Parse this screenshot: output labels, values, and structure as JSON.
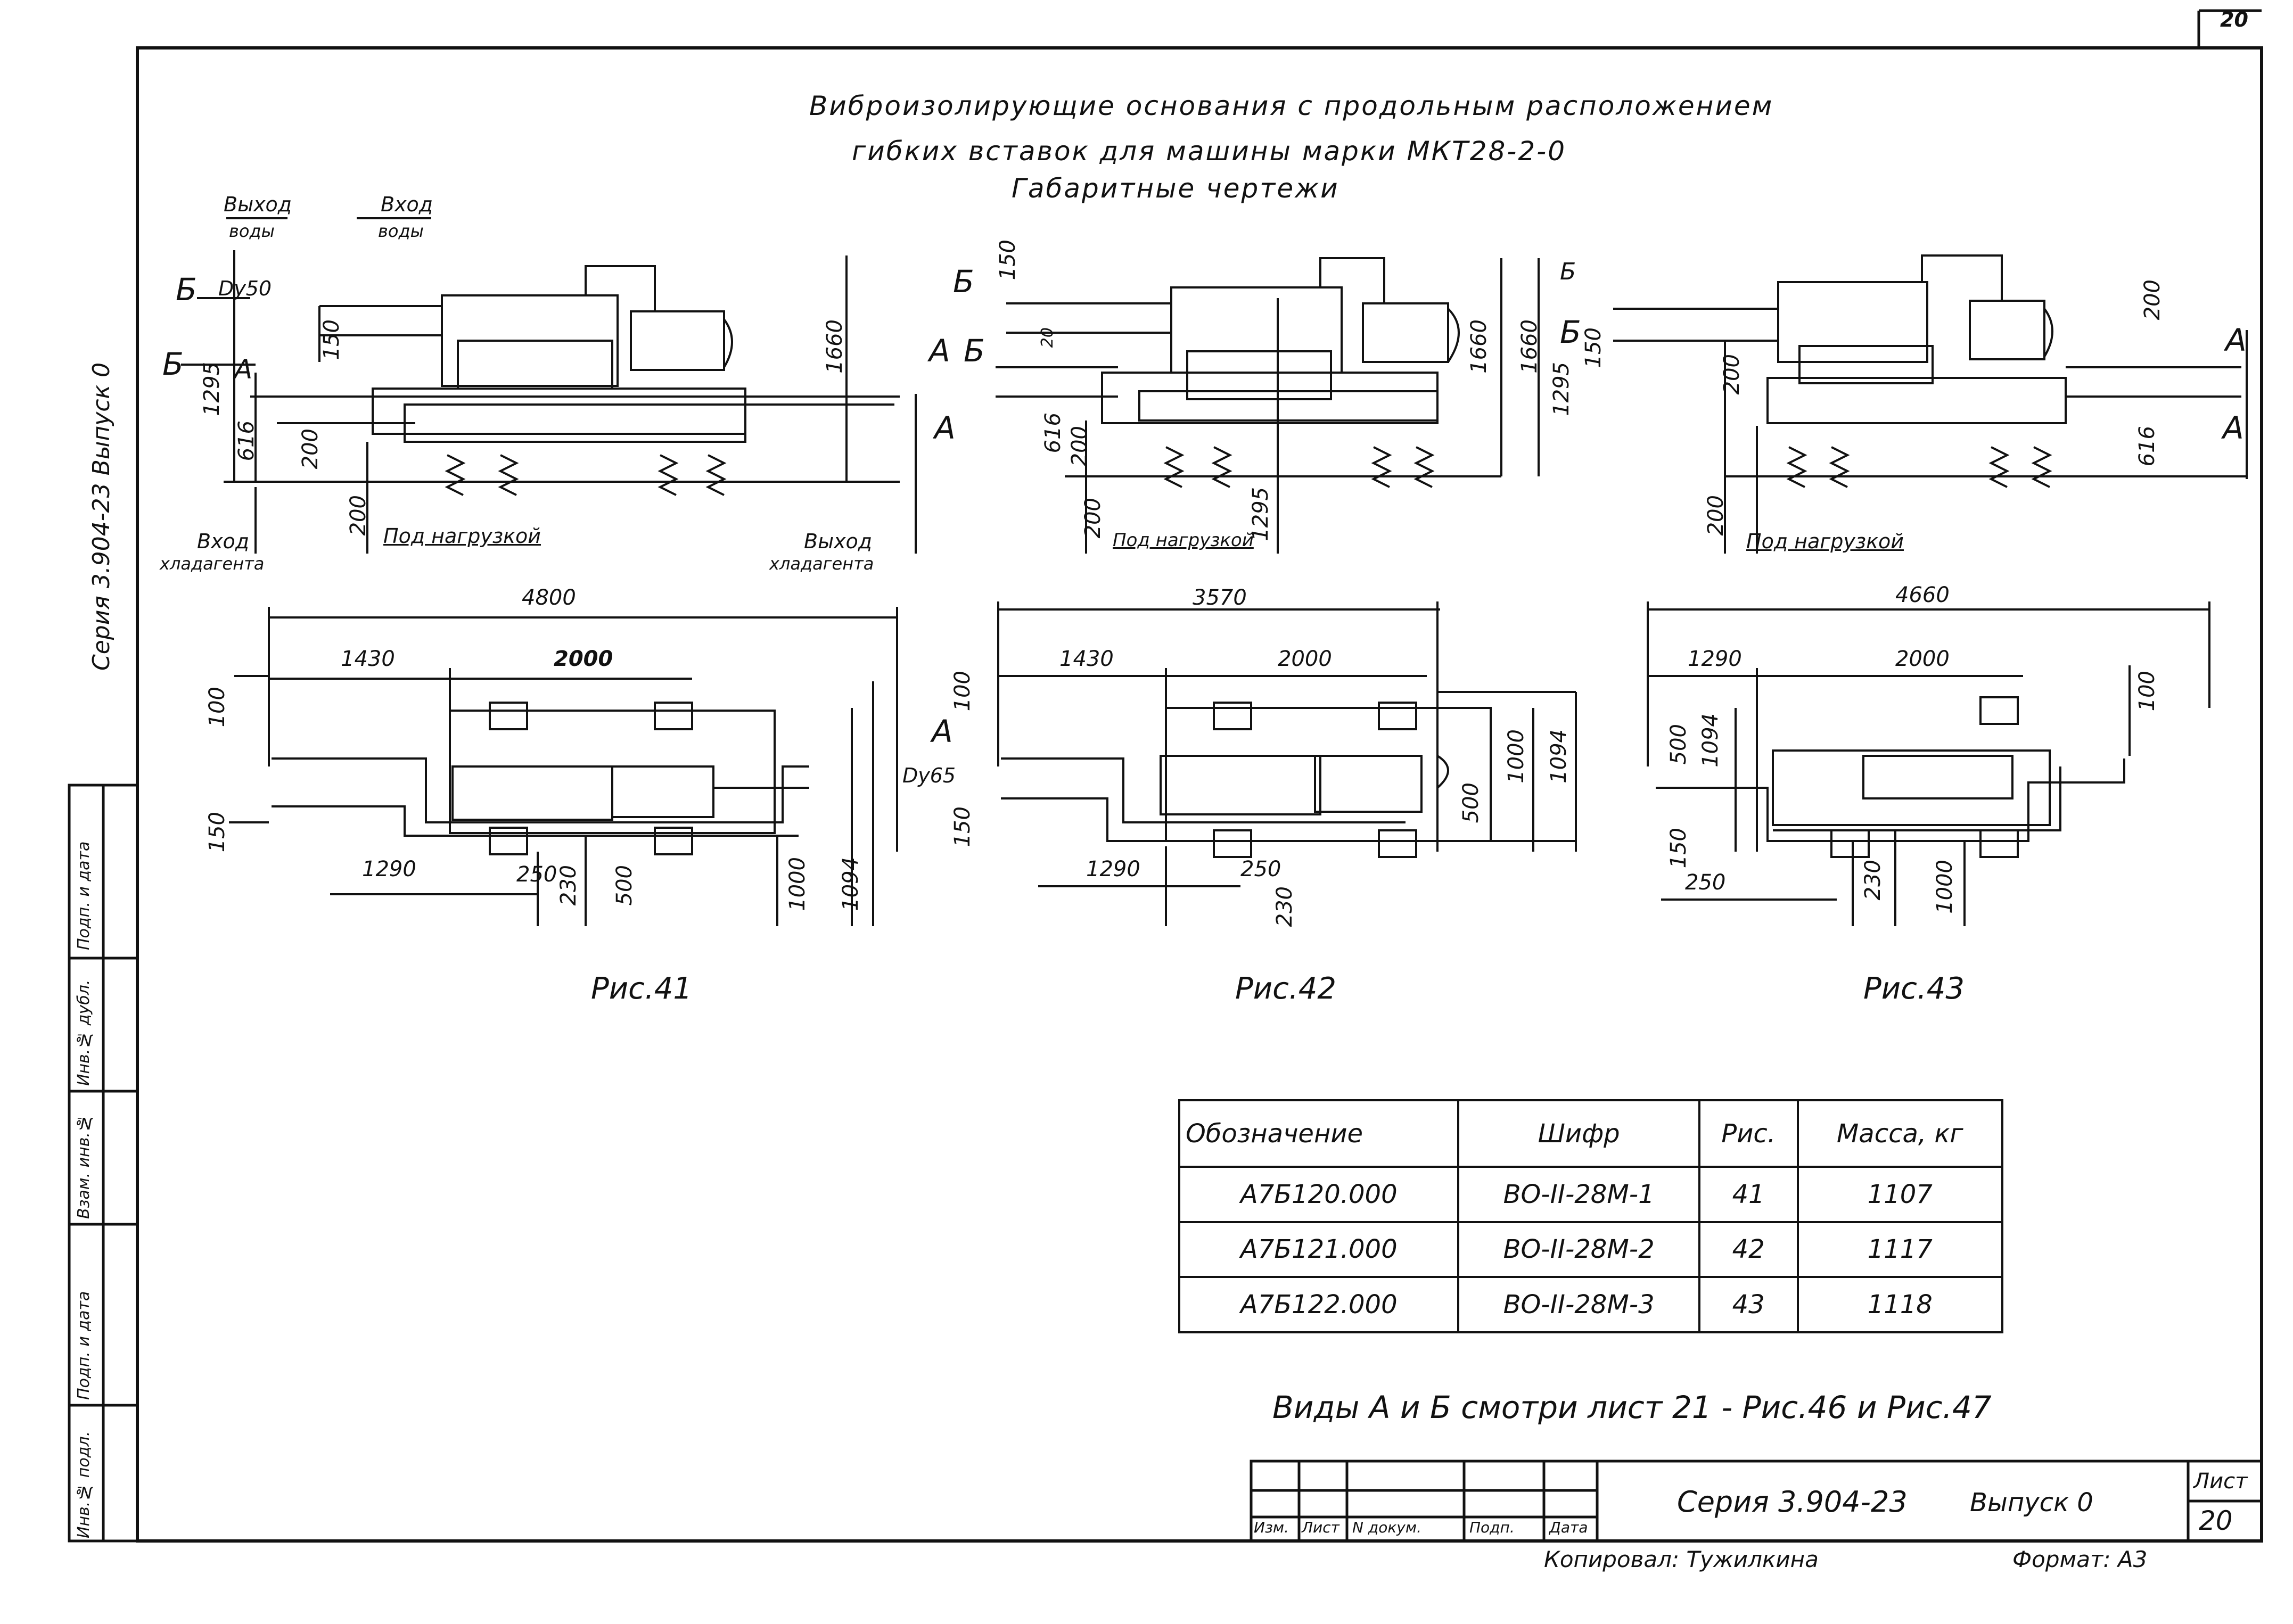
{
  "sheet_corner": "20",
  "title": {
    "line1": "Виброизолирующие основания с продольным расположением",
    "line2": "гибких вставок для машины марки МКТ28-2-0",
    "line3": "Габаритные чертежи"
  },
  "side_label": "Серия 3.904-23   Выпуск 0",
  "left_stamp": [
    "Инв.№ подл.",
    "Подп. и дата",
    "Взам. инв.№",
    "Инв.№ дубл.",
    "Подп. и дата"
  ],
  "fig1": {
    "labels": {
      "water_out_1": "Выход",
      "water_out_2": "воды",
      "water_in_1": "Вход",
      "water_in_2": "воды",
      "du50": "Dу50",
      "load": "Под нагрузкой",
      "ref_in_1": "Вход",
      "ref_in_2": "хладагента",
      "ref_out_1": "Выход",
      "ref_out_2": "хладагента",
      "b1": "Б",
      "b2": "Б",
      "a1": "А"
    },
    "dims": {
      "d150": "150",
      "d1295": "1295",
      "d616": "616",
      "d200a": "200",
      "d200b": "200",
      "d1660": "1660",
      "d4800": "4800",
      "d1430": "1430",
      "d2000": "2000",
      "d100": "100",
      "d150b": "150",
      "d1290": "1290",
      "d250": "250",
      "d230": "230",
      "d500": "500",
      "d1000": "1000",
      "d1094": "1094"
    },
    "caption": "Рис.41"
  },
  "fig2": {
    "labels": {
      "b1": "Б",
      "a1": "А",
      "b2": "Б",
      "a2": "А",
      "load": "Под нагрузкой",
      "a3": "А",
      "du65": "Dу65"
    },
    "dims": {
      "d150": "150",
      "d20": "20",
      "d616": "616",
      "d200": "200",
      "d200b": "200",
      "d1295": "1295",
      "d1660": "1660",
      "d1660b": "1660",
      "d1295b": "1295",
      "d3570": "3570",
      "d1430": "1430",
      "d2000": "2000",
      "d100": "100",
      "d1000": "1000",
      "d1094": "1094",
      "d500": "500",
      "d150b": "150",
      "d1290": "1290",
      "d250": "250",
      "d230": "230"
    },
    "caption": "Рис.42"
  },
  "fig3": {
    "labels": {
      "b1": "Б",
      "b2": "Б",
      "a1": "А",
      "a2": "А",
      "load": "Под нагрузкой"
    },
    "dims": {
      "d150": "150",
      "d200": "200",
      "d200b": "200",
      "d200c": "200",
      "d616": "616",
      "d4660": "4660",
      "d1290": "1290",
      "d2000": "2000",
      "d500": "500",
      "d1094": "1094",
      "d100": "100",
      "d150b": "150",
      "d250": "250",
      "d230": "230",
      "d1000": "1000"
    },
    "caption": "Рис.43"
  },
  "spec_table": {
    "headers": [
      "Обозначение",
      "Шифр",
      "Рис.",
      "Масса, кг"
    ],
    "rows": [
      [
        "А7Б120.000",
        "ВО-II-28М-1",
        "41",
        "1107"
      ],
      [
        "А7Б121.000",
        "ВО-II-28М-2",
        "42",
        "1117"
      ],
      [
        "А7Б122.000",
        "ВО-II-28М-3",
        "43",
        "1118"
      ]
    ]
  },
  "views_note": "Виды А и Б смотри лист 21 - Рис.46 и Рис.47",
  "title_block": {
    "cols": [
      "Изм.",
      "Лист",
      "N докум.",
      "Подп.",
      "Дата"
    ],
    "series": "Серия 3.904-23",
    "issue": "Выпуск 0",
    "sheet_label": "Лист",
    "sheet_no": "20",
    "copied": "Копировал: Тужилкина",
    "format": "Формат: А3"
  }
}
